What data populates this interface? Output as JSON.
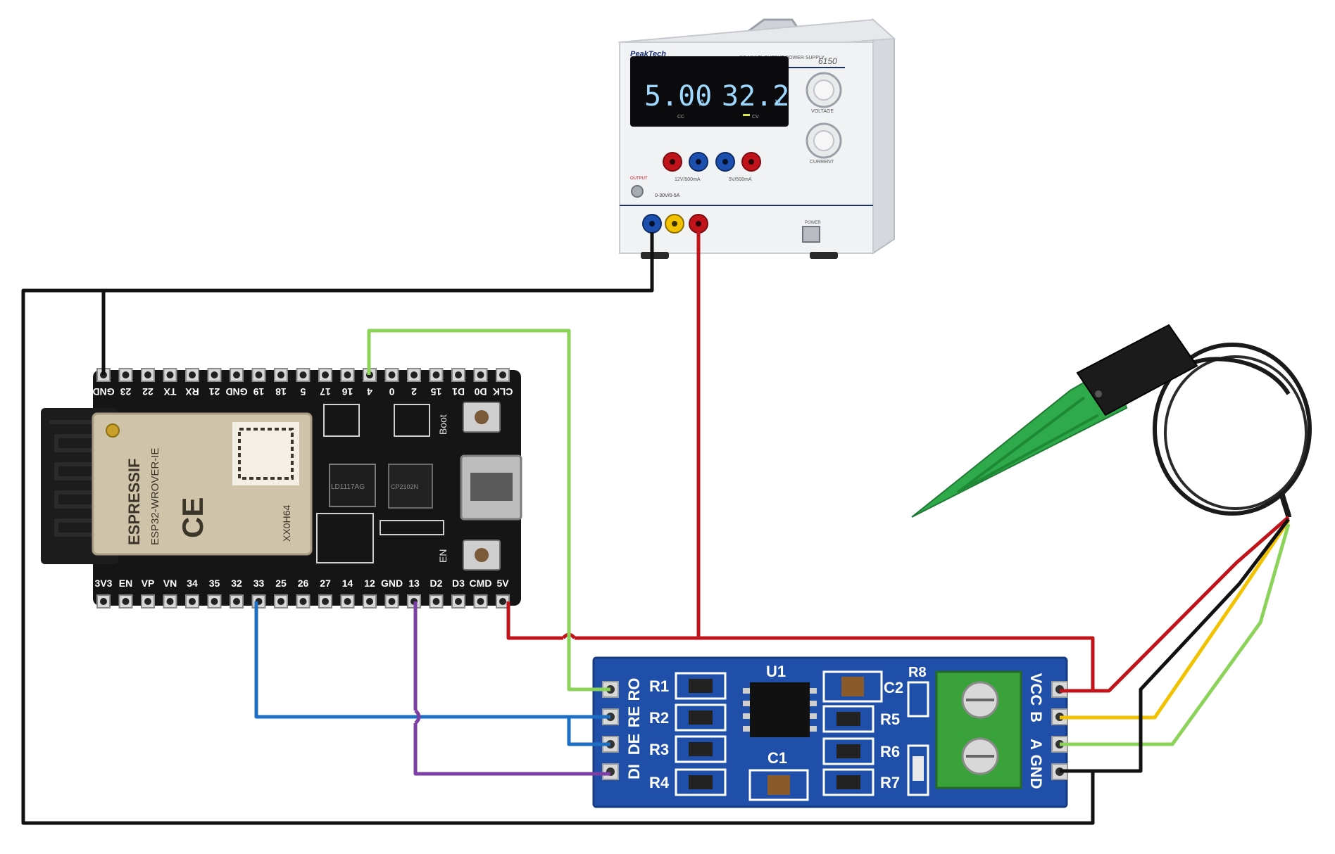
{
  "power_supply": {
    "brand": "PeakTech",
    "model": "6150",
    "subtitle": "DC MULTI-OUTPUT POWER SUPPLY",
    "current_display": "5.00",
    "current_unit": "A",
    "voltage_display": "32.2",
    "voltage_unit": "V",
    "cc_label": "CC",
    "cv_label": "CV",
    "voltage_knob_label": "VOLTAGE",
    "current_knob_label": "CURRENT",
    "aux_12v_label": "12V/500mA",
    "aux_5v_label": "5V/500mA",
    "range_label": "0-30V/0-5A",
    "output_label": "OUTPUT",
    "power_label": "POWER"
  },
  "esp32": {
    "top_pins": [
      "GND",
      "23",
      "22",
      "TX",
      "RX",
      "21",
      "GND",
      "19",
      "18",
      "5",
      "17",
      "16",
      "4",
      "0",
      "2",
      "15",
      "D1",
      "D0",
      "CLK"
    ],
    "bottom_pins": [
      "3V3",
      "EN",
      "VP",
      "VN",
      "34",
      "35",
      "32",
      "33",
      "25",
      "26",
      "27",
      "14",
      "12",
      "GND",
      "13",
      "D2",
      "D3",
      "CMD",
      "5V"
    ],
    "module_brand": "ESPRESSIF",
    "module_name": "ESP32-WROVER-IE",
    "module_code": "XX0H64",
    "ce_mark": "CE",
    "boot_label": "Boot",
    "en_label": "EN",
    "regulator_text": "LD1117AG",
    "usb_chip_text": "CP2102N"
  },
  "rs485": {
    "left_pins": [
      "RO",
      "RE",
      "DE",
      "DI"
    ],
    "right_pins": [
      "VCC",
      "B",
      "A",
      "GND"
    ],
    "resistors_left": [
      "R1",
      "R2",
      "R3",
      "R4"
    ],
    "resistors_right": [
      "R5",
      "R6",
      "R7"
    ],
    "r8": "R8",
    "chip_label": "U1",
    "cap_c1": "C1",
    "cap_c2": "C2"
  },
  "colors": {
    "wire_black": "#111111",
    "wire_red": "#c0141a",
    "wire_green": "#8cd35a",
    "wire_blue": "#1d6fc4",
    "wire_purple": "#7b3fa6",
    "wire_yellow": "#f2c200",
    "pcb_black": "#151515",
    "pcb_blue": "#1f4fa8",
    "sensor_green": "#2eaa4a"
  }
}
